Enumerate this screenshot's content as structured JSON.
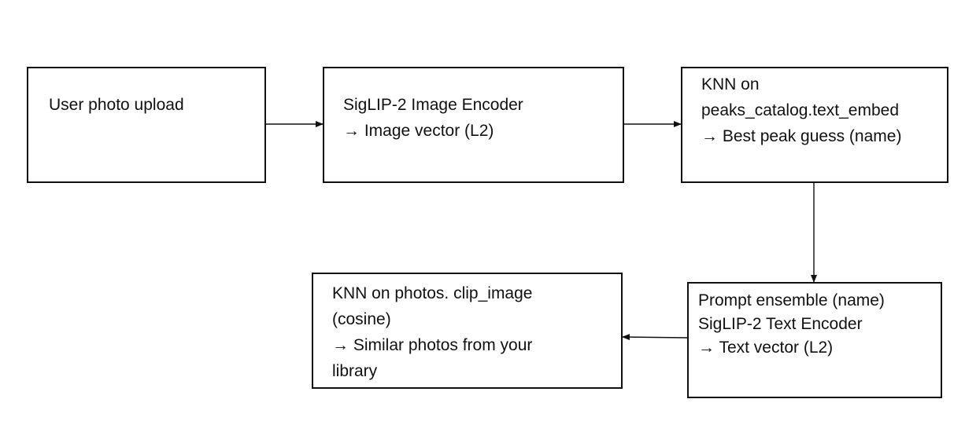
{
  "diagram": {
    "nodes": [
      {
        "id": "upload",
        "lines": [
          "User photo upload"
        ]
      },
      {
        "id": "image-encoder",
        "lines": [
          "SigLIP-2 Image Encoder",
          "→ Image vector (L2)"
        ]
      },
      {
        "id": "knn-peaks",
        "lines": [
          "KNN on",
          "peaks_catalog.text_embed",
          "→ Best peak guess (name)"
        ]
      },
      {
        "id": "prompt-text-encoder",
        "lines": [
          "Prompt ensemble (name)",
          "SigLIP-2 Text Encoder",
          "→ Text vector (L2)"
        ]
      },
      {
        "id": "knn-photos",
        "lines": [
          "KNN on photos. clip_image",
          "(cosine)",
          "→ Similar photos from your",
          "library"
        ]
      }
    ],
    "edges": [
      {
        "from": "upload",
        "to": "image-encoder"
      },
      {
        "from": "image-encoder",
        "to": "knn-peaks"
      },
      {
        "from": "knn-peaks",
        "to": "prompt-text-encoder"
      },
      {
        "from": "prompt-text-encoder",
        "to": "knn-photos"
      }
    ],
    "colors": {
      "stroke": "#111111",
      "background": "#ffffff"
    }
  }
}
